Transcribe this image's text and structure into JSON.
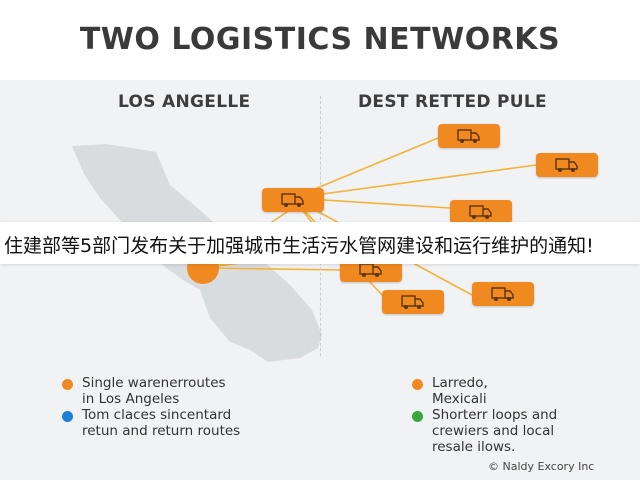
{
  "title": "TWO LOGISTICS NETWORKS",
  "left_column": {
    "title": "LOS ANGELLE",
    "legend": [
      {
        "line1": "Single warenerroutes",
        "line2": "in Los Angeles",
        "color": "#f08a20"
      },
      {
        "line1": "Tom claces sincentard",
        "line2": "retun and return routes",
        "color": "#1e7fd6"
      }
    ]
  },
  "right_column": {
    "title": "DEST RETTED PULE",
    "legend": [
      {
        "line1": "Larredo,",
        "line2": "Mexicali",
        "color": "#f08a20"
      },
      {
        "line1": "Shorterr loops and",
        "line2": "crewiers and local",
        "line3": "resale ilows.",
        "color": "#3aa83a"
      }
    ]
  },
  "banner": {
    "text": "住建部等5部门发布关于加强城市生活污水管网建设和运行维护的通知!"
  },
  "footer": "© Naldy Excory Inc",
  "colors": {
    "accent": "#f08a20",
    "route": "#f3b23a",
    "map": "#d9dcdf"
  },
  "icons": [
    "truck-icon",
    "hub-icon"
  ]
}
